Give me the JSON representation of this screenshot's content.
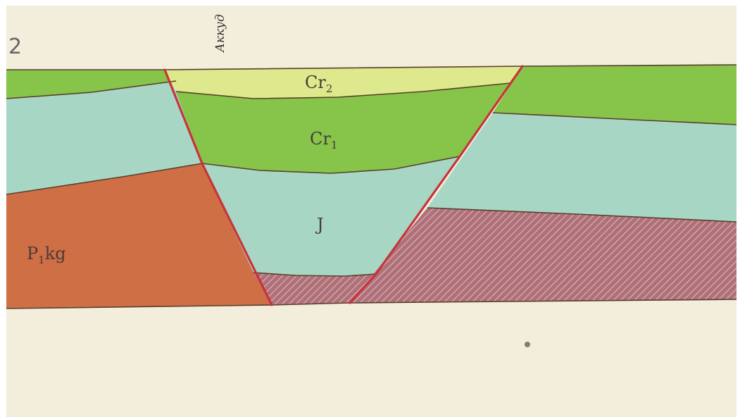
{
  "figure": {
    "number": "2",
    "well_label": "Аккуд"
  },
  "layers": [
    {
      "id": "cr2",
      "base": "Cr",
      "sub": "2",
      "color": "#dde98c"
    },
    {
      "id": "cr1",
      "base": "Cr",
      "sub": "1",
      "color": "#86c44a"
    },
    {
      "id": "j",
      "base": "J",
      "sub": "",
      "color": "#a8d6c5"
    },
    {
      "id": "p1kg",
      "base": "P",
      "sub": "1",
      "suffix": "kg",
      "color": "#cf6f45"
    }
  ],
  "colors": {
    "paper": "#f3eddc",
    "fault": "#c8333a",
    "contact": "#5a3f2a",
    "hatch_bg": "#b07078",
    "hatch_line": "#d9b6bf",
    "label_text": "#4a3a3a"
  }
}
